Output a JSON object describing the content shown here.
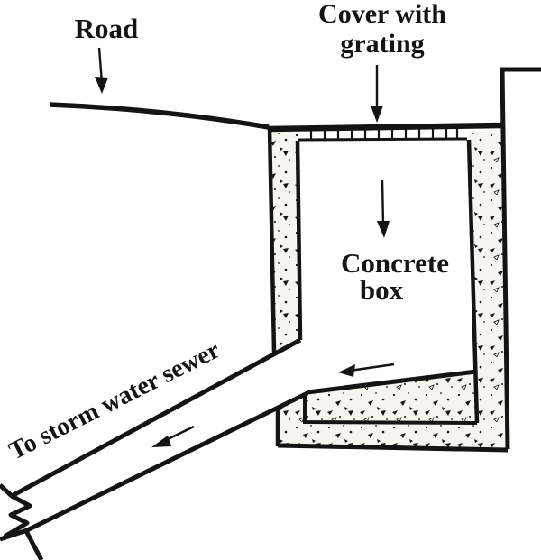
{
  "labels": {
    "road": "Road",
    "cover_grating_line1": "Cover with",
    "cover_grating_line2": "grating",
    "concrete_box_line1": "Concrete",
    "concrete_box_line2": "box",
    "storm_sewer": "To storm water sewer"
  },
  "colors": {
    "ink": "#141414",
    "paper": "#ffffff",
    "concrete_tint": "#f6f5f1"
  }
}
